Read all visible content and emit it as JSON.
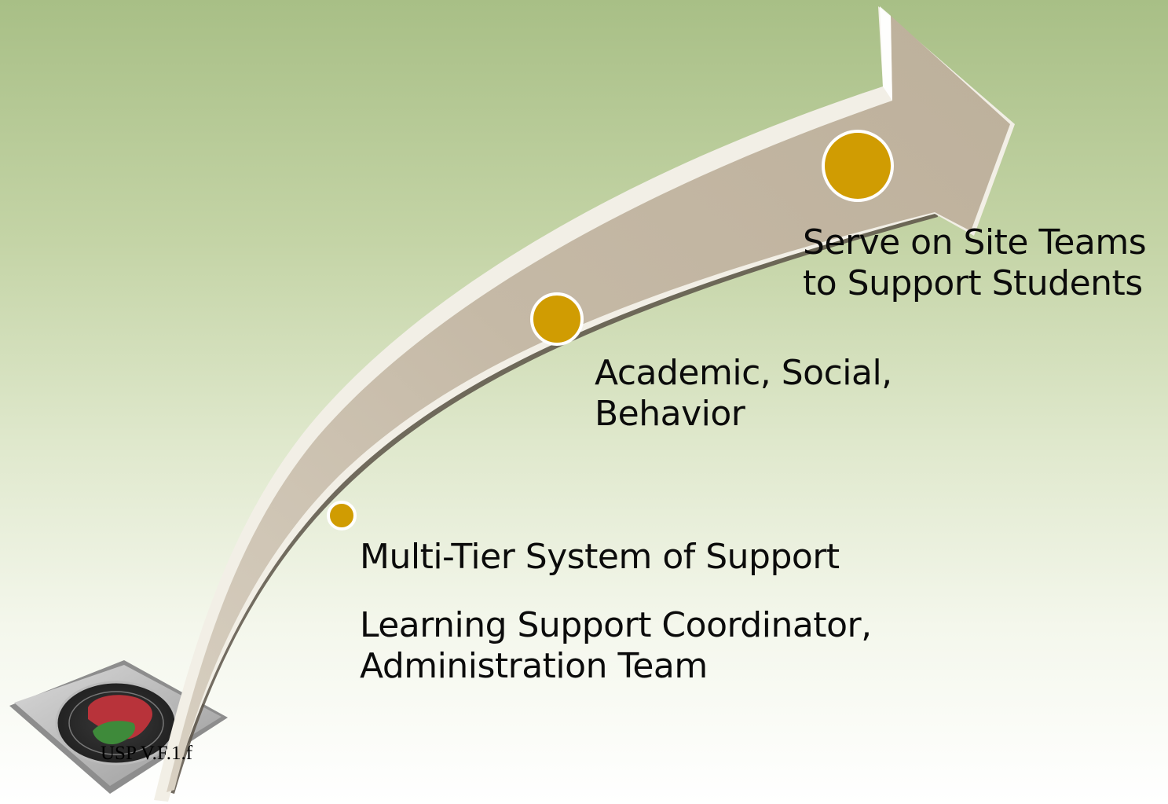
{
  "steps": [
    {
      "lines": [
        "Multi-Tier System of Support"
      ],
      "details": [
        "Learning Support Coordinator,",
        "Administration Team"
      ]
    },
    {
      "lines": [
        "Academic, Social,",
        "Behavior"
      ]
    },
    {
      "lines": [
        "Serve on Site Teams",
        "to Support Students"
      ]
    }
  ],
  "reference_label": "USP V.F.1.f",
  "colors": {
    "background_top": "#a8bf86",
    "background_bottom": "#ffffff",
    "arrow_body": "#c6baa8",
    "arrow_edge": "#f3f1ea",
    "milestone_fill": "#d09c02",
    "milestone_border": "#ffffff",
    "seal_red": "#b8333a",
    "seal_green": "#3e8a3a"
  }
}
